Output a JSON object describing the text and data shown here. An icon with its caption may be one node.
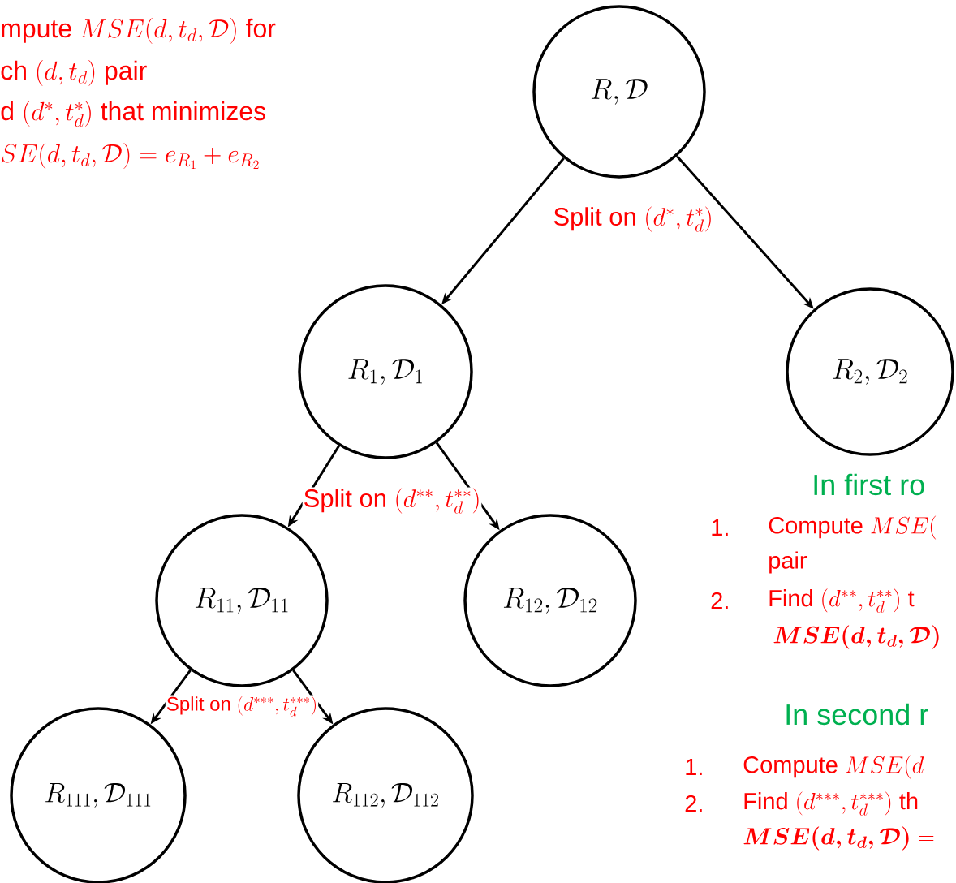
{
  "diagram": {
    "nodes": [
      {
        "text": [
          "R,\\mathcal{D}"
        ]
      },
      {
        "text": [
          "R_1,\\mathcal{D}_1"
        ]
      },
      {
        "text": [
          "R_2,\\mathcal{D}_2"
        ]
      },
      {
        "text": [
          "R_{11},\\mathcal{D}_{11}"
        ]
      },
      {
        "text": [
          "R_{12},\\mathcal{D}_{12}"
        ]
      },
      {
        "text": [
          "R_{111},\\mathcal{D}_{111}"
        ]
      },
      {
        "text": [
          "R_{112},\\mathcal{D}_{112}"
        ]
      }
    ],
    "edges": [
      {
        "from": 0,
        "to": 1,
        "arrow": "to",
        "label": "\\text{Split on }(d^*,t_d^*)"
      },
      {
        "from": 0,
        "to": 2,
        "arrow": "to"
      },
      {
        "from": 1,
        "to": 3,
        "arrow": "to",
        "label": "\\text{Split on }(d^{**},t_d^{**})"
      },
      {
        "from": 1,
        "to": 4,
        "arrow": "to"
      },
      {
        "from": 3,
        "to": 5,
        "arrow": "to",
        "label": "\\text{Split on }(d^{***},t_d^{***})"
      },
      {
        "from": 3,
        "to": 6,
        "arrow": "to"
      }
    ],
    "labels": [
      "\\text{mpute }MSE(d,t_d,\\mathcal{D})\\text{ for}",
      "\\text{ch }(d,t_d)\\text{ pair}",
      "\\text{d }(d^*,t_d^*)\\text{ that minimizes}",
      "SE(d,t_d,\\mathcal{D})=e_{R_1}+e_{R_2}",
      "\\text{In first ro}",
      "\\text{1.}",
      "\\text{Compute }MSE(",
      "\\text{pair}",
      "\\text{2.}",
      "\\text{Find }(d^{**},t_d^{**})\\text{ t}",
      "\\boldsymbol{MSE(d,t_d,\\mathcal{D})}",
      "\\text{In second r}",
      "\\text{1.}",
      "\\text{Compute }MSE(d",
      "\\text{2.}",
      "\\text{Find }(d^{***},t_d^{***})\\text{ th}",
      "\\boldsymbol{MSE(d,t_d,\\mathcal{D})}="
    ]
  }
}
